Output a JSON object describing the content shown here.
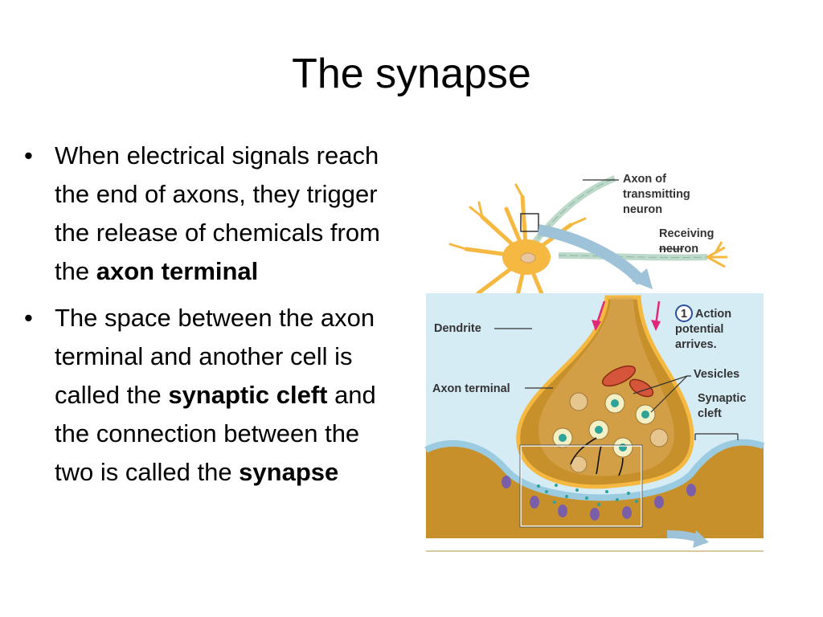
{
  "slide": {
    "title": "The synapse",
    "bullets": [
      {
        "parts": [
          {
            "text": "When electrical signals reach the end of axons, they trigger the release of chemicals from the ",
            "bold": false
          },
          {
            "text": "axon terminal",
            "bold": true
          }
        ]
      },
      {
        "parts": [
          {
            "text": "The space between the axon terminal and another cell is called the ",
            "bold": false
          },
          {
            "text": "synaptic cleft",
            "bold": true
          },
          {
            "text": " and the connection between the two is called the ",
            "bold": false
          },
          {
            "text": "synapse",
            "bold": true
          }
        ]
      }
    ]
  },
  "figure": {
    "labels": {
      "axon_transmitting": [
        "Axon of",
        "transmitting",
        "neuron"
      ],
      "receiving": [
        "Receiving",
        "neuron"
      ],
      "dendrite": "Dendrite",
      "action_number": "1",
      "action": [
        "Action",
        "potential",
        "arrives."
      ],
      "axon_terminal": "Axon terminal",
      "vesicles": "Vesicles",
      "synaptic_cleft": [
        "Synaptic",
        "cleft"
      ]
    },
    "colors": {
      "neuron": "#f5b942",
      "terminal": "#c8902a",
      "cleft": "#d6ecf5",
      "membrane": "#b07a2a",
      "receptor": "#7b5ea8",
      "arrow": "#e0287a",
      "vesicle": "#2ea39a"
    }
  }
}
